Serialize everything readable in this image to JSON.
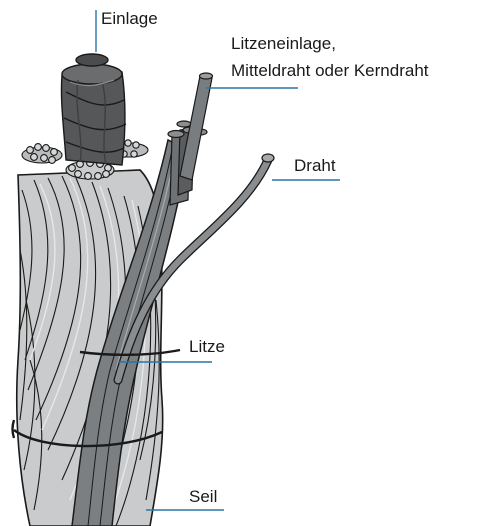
{
  "labels": {
    "einlage": "Einlage",
    "litzeneinlage_line1": "Litzeneinlage,",
    "litzeneinlage_line2": "Mitteldraht oder Kerndraht",
    "draht": "Draht",
    "litze": "Litze",
    "seil": "Seil"
  },
  "colors": {
    "leader": "#2a74a8",
    "outline": "#1a1a1a",
    "strand_light": "#c9cbcc",
    "strand_mid": "#aeb1b3",
    "strand_dark": "#6f7274",
    "core_dark": "#5a5c5e",
    "core_darker": "#3d3f41",
    "wire": "#808386"
  }
}
